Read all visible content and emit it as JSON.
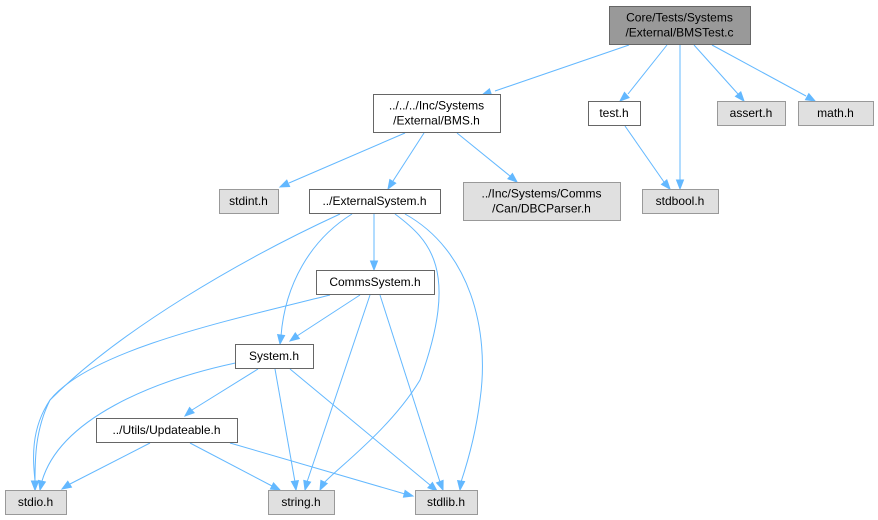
{
  "diagram": {
    "type": "include-dependency-graph",
    "colors": {
      "edge": "#63b8ff",
      "root_fill": "#999999",
      "root_stroke": "#666666",
      "documented_fill": "#ffffff",
      "documented_stroke": "#666666",
      "external_fill": "#e0e0e0",
      "external_stroke": "#999999"
    },
    "nodes": {
      "bmstest_c": {
        "lines": [
          "Core/Tests/Systems",
          "/External/BMSTest.c"
        ]
      },
      "bms_h": {
        "lines": [
          "../../../Inc/Systems",
          "/External/BMS.h"
        ]
      },
      "test_h": {
        "lines": [
          "test.h"
        ]
      },
      "assert_h": {
        "lines": [
          "assert.h"
        ]
      },
      "math_h": {
        "lines": [
          "math.h"
        ]
      },
      "stdint_h": {
        "lines": [
          "stdint.h"
        ]
      },
      "externalsystem_h": {
        "lines": [
          "../ExternalSystem.h"
        ]
      },
      "dbcparser_h": {
        "lines": [
          "../Inc/Systems/Comms",
          "/Can/DBCParser.h"
        ]
      },
      "stdbool_h": {
        "lines": [
          "stdbool.h"
        ]
      },
      "commssystem_h": {
        "lines": [
          "CommsSystem.h"
        ]
      },
      "system_h": {
        "lines": [
          "System.h"
        ]
      },
      "updateable_h": {
        "lines": [
          "../Utils/Updateable.h"
        ]
      },
      "stdio_h": {
        "lines": [
          "stdio.h"
        ]
      },
      "string_h": {
        "lines": [
          "string.h"
        ]
      },
      "stdlib_h": {
        "lines": [
          "stdlib.h"
        ]
      }
    }
  }
}
